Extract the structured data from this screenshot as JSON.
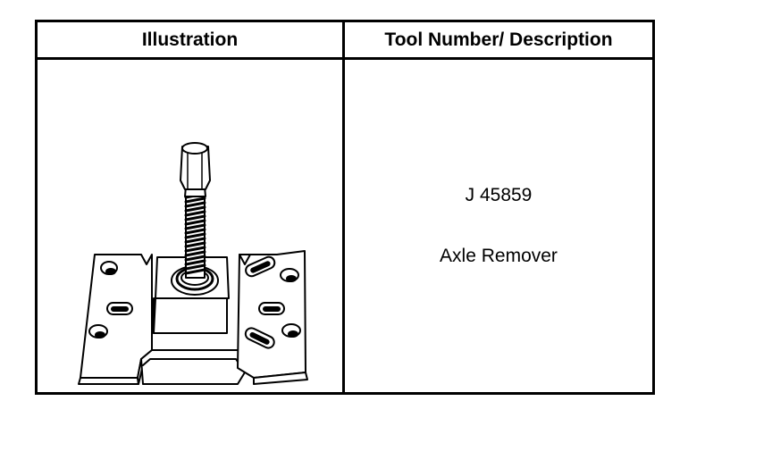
{
  "table": {
    "headers": {
      "illustration": "Illustration",
      "tool_description": "Tool Number/ Description"
    },
    "rows": [
      {
        "tool_number": "J 45859",
        "description": "Axle Remover",
        "illustration_icon": "axle-remover-tool-illustration"
      }
    ]
  }
}
